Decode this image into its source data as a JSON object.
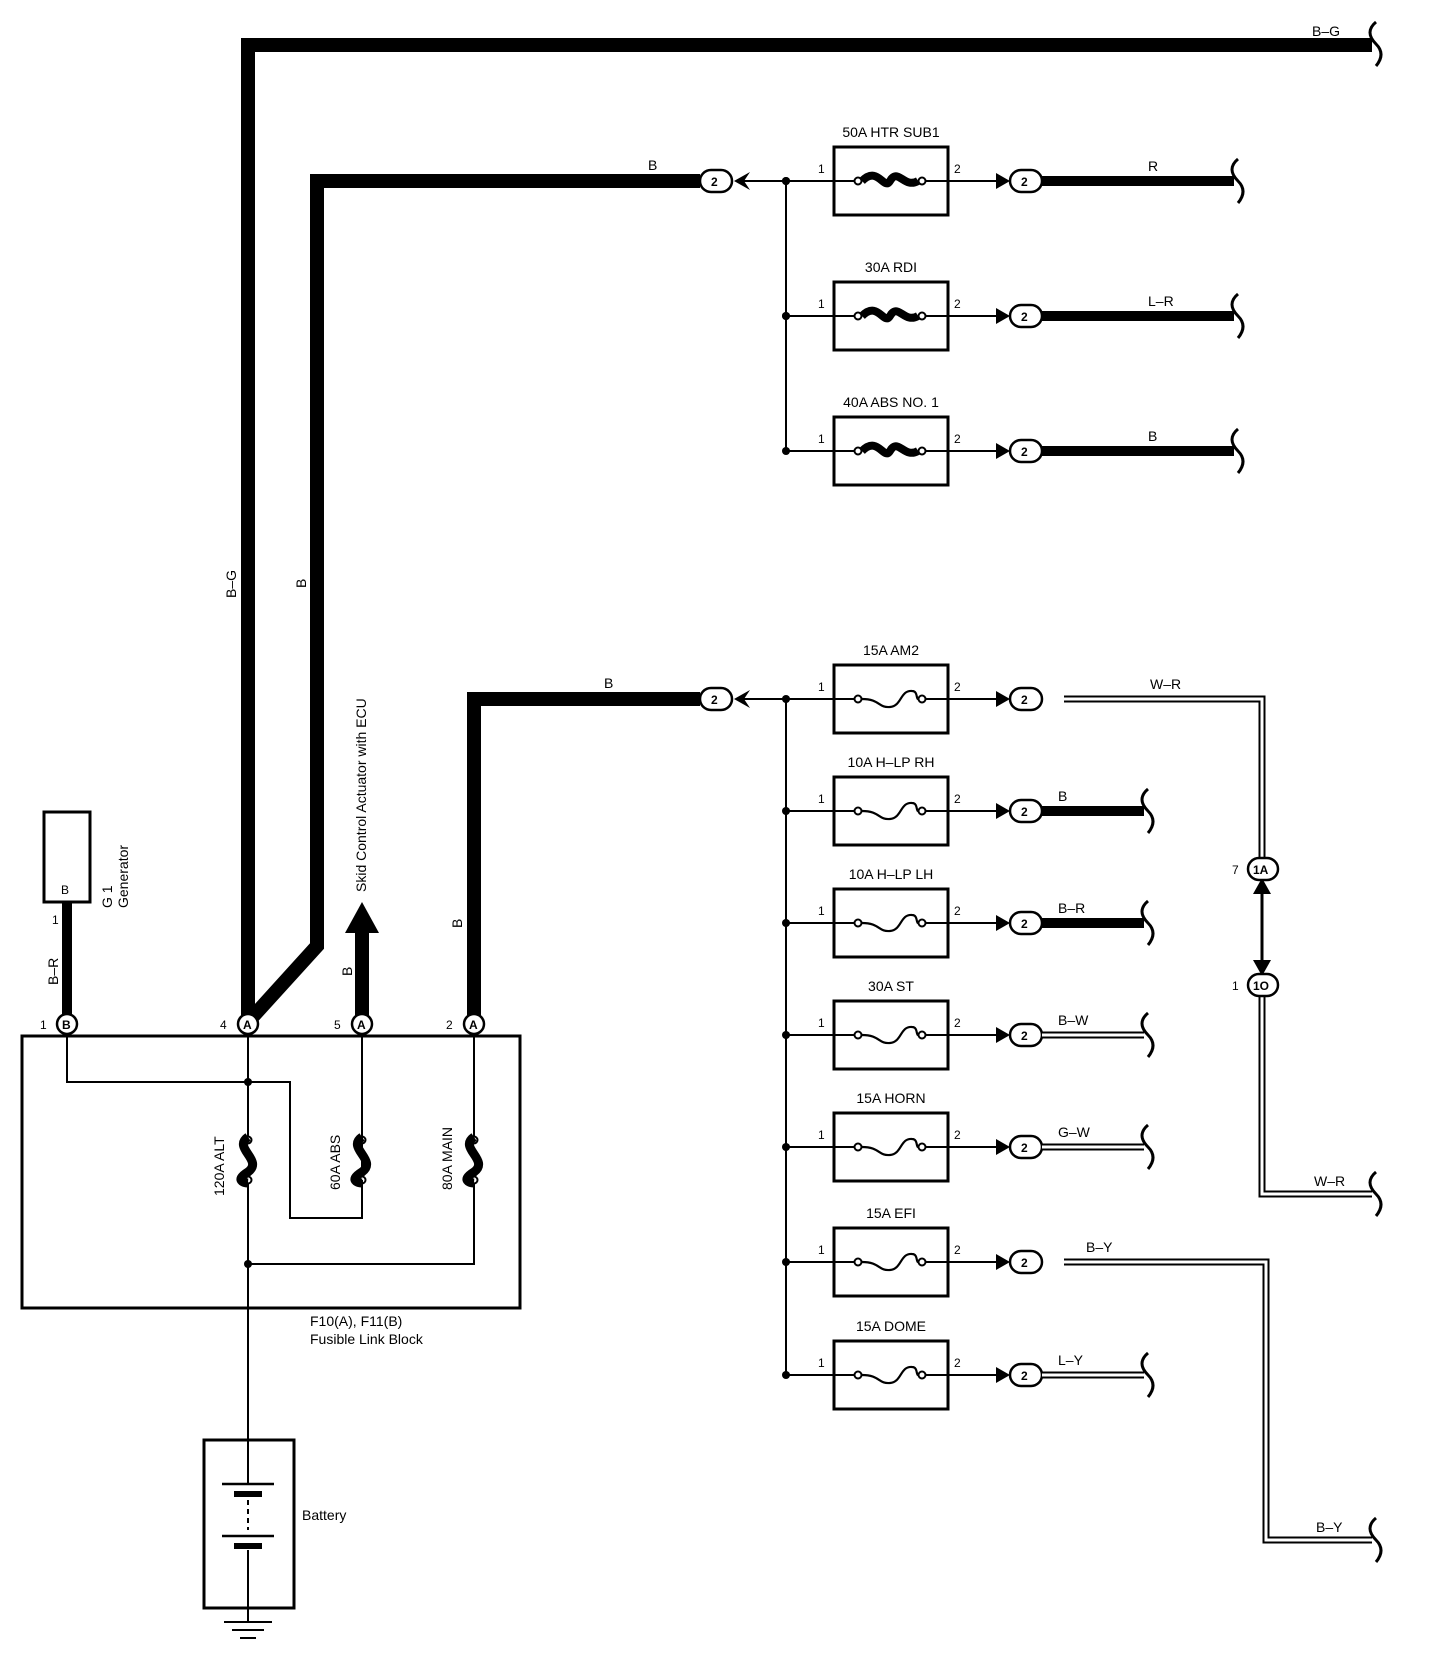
{
  "wires": {
    "b_g": "B–G",
    "b": "B",
    "b_r": "B–R",
    "r": "R",
    "l_r": "L–R",
    "w_r": "W–R",
    "b_w": "B–W",
    "g_w": "G–W",
    "b_y": "B–Y",
    "l_y": "L–Y"
  },
  "fuses_upper": [
    {
      "label": "50A HTR SUB1",
      "wire": "R"
    },
    {
      "label": "30A RDI",
      "wire": "L–R"
    },
    {
      "label": "40A ABS NO. 1",
      "wire": "B"
    }
  ],
  "fuses_lower": [
    {
      "label": "15A AM2",
      "wire": "W–R"
    },
    {
      "label": "10A H–LP RH",
      "wire": "B"
    },
    {
      "label": "10A H–LP LH",
      "wire": "B–R"
    },
    {
      "label": "30A ST",
      "wire": "B–W"
    },
    {
      "label": "15A HORN",
      "wire": "G–W"
    },
    {
      "label": "15A EFI",
      "wire": "B–Y"
    },
    {
      "label": "15A DOME",
      "wire": "L–Y"
    }
  ],
  "fuse_pins": {
    "in": "1",
    "out": "2"
  },
  "connector_num": "2",
  "link_block": {
    "line1": "F10(A), F11(B)",
    "line2": "Fusible Link Block",
    "fuses": [
      "120A ALT",
      "60A ABS",
      "80A MAIN"
    ],
    "pins": [
      {
        "num": "1",
        "conn": "B"
      },
      {
        "num": "4",
        "conn": "A"
      },
      {
        "num": "5",
        "conn": "A"
      },
      {
        "num": "2",
        "conn": "A"
      }
    ]
  },
  "generator": {
    "id": "G 1",
    "name": "Generator",
    "terminal": "B",
    "pin": "1"
  },
  "skid": "Skid Control Actuator with ECU",
  "battery": "Battery",
  "junction": [
    {
      "pin": "7",
      "label": "1A"
    },
    {
      "pin": "1",
      "label": "1O"
    }
  ]
}
